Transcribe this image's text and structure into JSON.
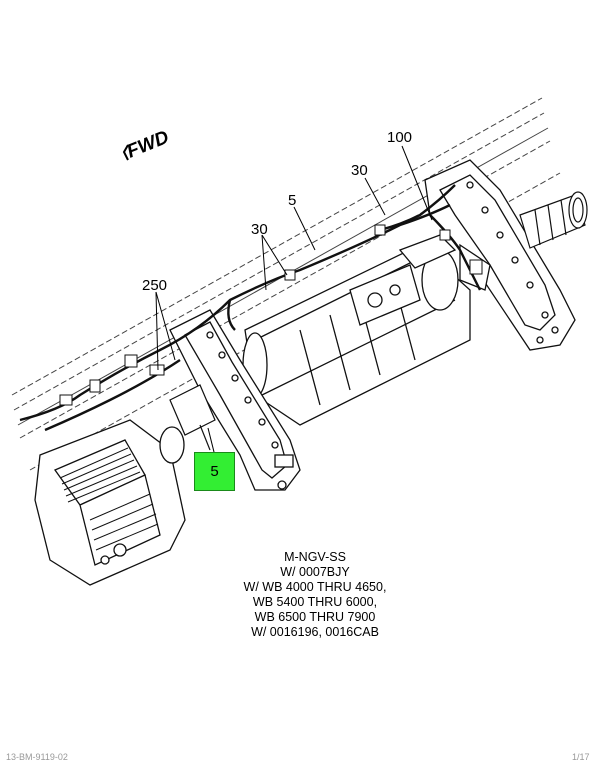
{
  "diagram": {
    "direction_label": "FWD",
    "callouts": {
      "c100": "100",
      "c30a": "30",
      "c30b": "30",
      "c5": "5",
      "c250": "250",
      "highlight": "5"
    },
    "notes": [
      "M-NGV-SS",
      "W/ 0007BJY",
      "W/ WB 4000 THRU 4650,",
      "WB 5400 THRU 6000,",
      "WB 6500 THRU 7900",
      "W/ 0016196, 0016CAB"
    ],
    "highlight_color": "#33ee33"
  },
  "footer": {
    "left": "13-BM-9119-02",
    "right": "1/17"
  }
}
